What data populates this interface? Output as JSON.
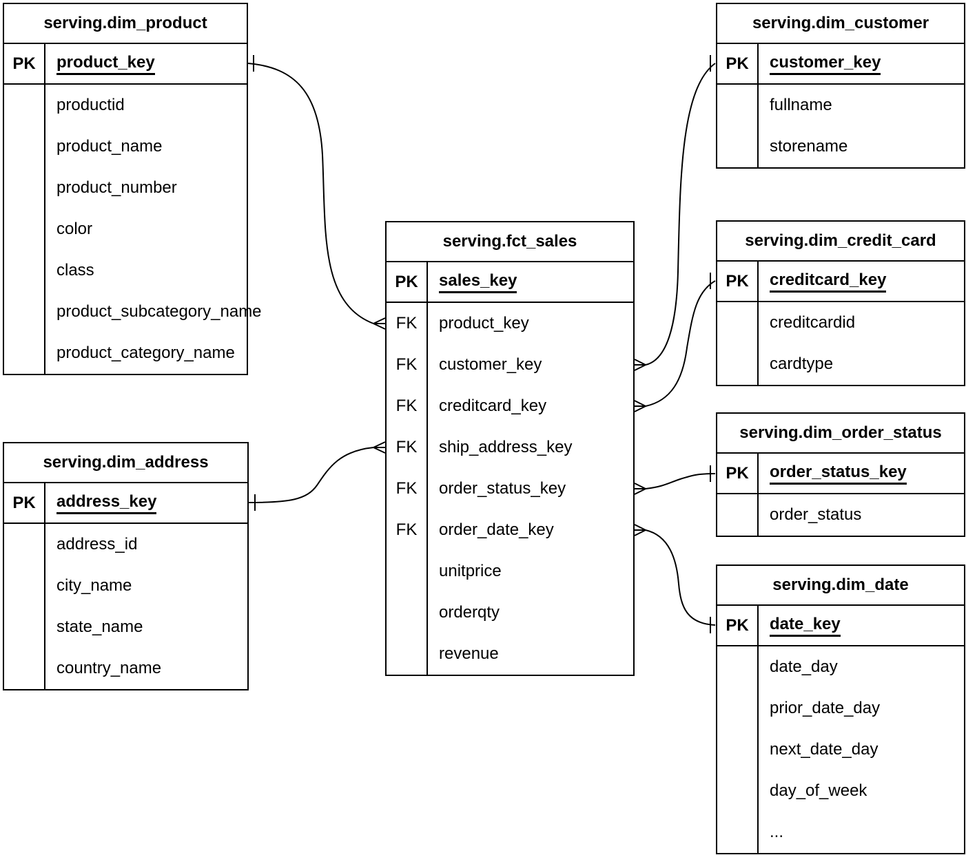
{
  "diagram": {
    "colors": {
      "background": "#ffffff",
      "line": "#000000",
      "text": "#000000"
    },
    "tables": [
      {
        "id": "dim_product",
        "title": "serving.dim_product",
        "pk": {
          "label": "PK",
          "field": "product_key"
        },
        "fields": [
          {
            "key": "",
            "name": "productid"
          },
          {
            "key": "",
            "name": "product_name"
          },
          {
            "key": "",
            "name": "product_number"
          },
          {
            "key": "",
            "name": "color"
          },
          {
            "key": "",
            "name": "class"
          },
          {
            "key": "",
            "name": "product_subcategory_name"
          },
          {
            "key": "",
            "name": "product_category_name"
          }
        ]
      },
      {
        "id": "dim_customer",
        "title": "serving.dim_customer",
        "pk": {
          "label": "PK",
          "field": "customer_key"
        },
        "fields": [
          {
            "key": "",
            "name": "fullname"
          },
          {
            "key": "",
            "name": "storename"
          }
        ]
      },
      {
        "id": "fct_sales",
        "title": "serving.fct_sales",
        "pk": {
          "label": "PK",
          "field": "sales_key"
        },
        "fields": [
          {
            "key": "FK",
            "name": "product_key"
          },
          {
            "key": "FK",
            "name": "customer_key"
          },
          {
            "key": "FK",
            "name": "creditcard_key"
          },
          {
            "key": "FK",
            "name": "ship_address_key"
          },
          {
            "key": "FK",
            "name": "order_status_key"
          },
          {
            "key": "FK",
            "name": "order_date_key"
          },
          {
            "key": "",
            "name": "unitprice"
          },
          {
            "key": "",
            "name": "orderqty"
          },
          {
            "key": "",
            "name": "revenue"
          }
        ]
      },
      {
        "id": "dim_credit_card",
        "title": "serving.dim_credit_card",
        "pk": {
          "label": "PK",
          "field": "creditcard_key"
        },
        "fields": [
          {
            "key": "",
            "name": "creditcardid"
          },
          {
            "key": "",
            "name": "cardtype"
          }
        ]
      },
      {
        "id": "dim_order_status",
        "title": "serving.dim_order_status",
        "pk": {
          "label": "PK",
          "field": "order_status_key"
        },
        "fields": [
          {
            "key": "",
            "name": "order_status"
          }
        ]
      },
      {
        "id": "dim_date",
        "title": "serving.dim_date",
        "pk": {
          "label": "PK",
          "field": "date_key"
        },
        "fields": [
          {
            "key": "",
            "name": "date_day"
          },
          {
            "key": "",
            "name": "prior_date_day"
          },
          {
            "key": "",
            "name": "next_date_day"
          },
          {
            "key": "",
            "name": "day_of_week"
          },
          {
            "key": "",
            "name": "..."
          }
        ]
      },
      {
        "id": "dim_address",
        "title": "serving.dim_address",
        "pk": {
          "label": "PK",
          "field": "address_key"
        },
        "fields": [
          {
            "key": "",
            "name": "address_id"
          },
          {
            "key": "",
            "name": "city_name"
          },
          {
            "key": "",
            "name": "state_name"
          },
          {
            "key": "",
            "name": "country_name"
          }
        ]
      }
    ],
    "relationships": [
      {
        "from": "serving.fct_sales.product_key",
        "to": "serving.dim_product.product_key",
        "cardinality": "many-to-one"
      },
      {
        "from": "serving.fct_sales.customer_key",
        "to": "serving.dim_customer.customer_key",
        "cardinality": "many-to-one"
      },
      {
        "from": "serving.fct_sales.creditcard_key",
        "to": "serving.dim_credit_card.creditcard_key",
        "cardinality": "many-to-one"
      },
      {
        "from": "serving.fct_sales.ship_address_key",
        "to": "serving.dim_address.address_key",
        "cardinality": "many-to-one"
      },
      {
        "from": "serving.fct_sales.order_status_key",
        "to": "serving.dim_order_status.order_status_key",
        "cardinality": "many-to-one"
      },
      {
        "from": "serving.fct_sales.order_date_key",
        "to": "serving.dim_date.date_key",
        "cardinality": "many-to-one"
      }
    ]
  }
}
